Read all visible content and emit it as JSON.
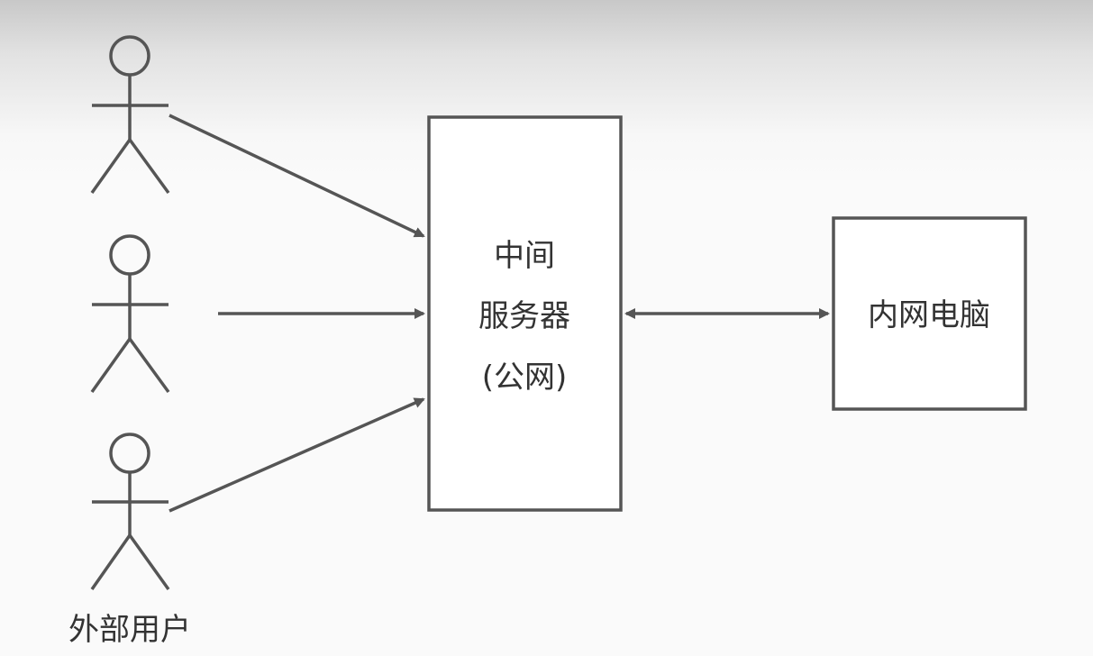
{
  "diagram": {
    "actors_label": "外部用户",
    "server": {
      "line1": "中间",
      "line2": "服务器",
      "line3": "(公网)"
    },
    "intranet": {
      "label": "内网电脑"
    },
    "colors": {
      "stroke": "#555555",
      "text": "#333333",
      "box_fill": "#ffffff"
    }
  }
}
